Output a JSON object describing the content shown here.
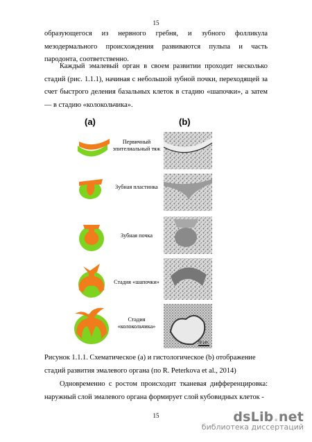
{
  "page_number_top": "15",
  "paragraphs": [
    "образующегося из нервного гребня, и зубного фолликула мезодермального происхождения развиваются пульпа и часть пародонта, соответственно.",
    "Каждый эмалевый орган в своем развитии проходит несколько стадий (рис. 1.1.1), начиная с небольшой зубной почки, переходящей за счет быстрого деления базальных клеток в стадию «шапочки», а затем — в стадию «колокольчика».",
    "Одновременно с ростом происходит тканевая дифференцировка: наружный слой эмалевого органа формирует слой кубовидных клеток -"
  ],
  "figure": {
    "panel_a": "(a)",
    "panel_b": "(b)",
    "stages": [
      "Первичный эпителиальный тяж",
      "Зубная пластинка",
      "Зубная почка",
      "Стадия «шапочки»",
      "Стадия «колокольчика»"
    ],
    "scale_label": "50 µm",
    "colors": {
      "epithelium": "#f07c1c",
      "mesenchyme": "#7ed321"
    }
  },
  "caption": "Рисунок 1.1.1. Схематическое (a) и гистологическое (b) отображение стадий развития эмалевого органа (по R. Peterkova et al., 2014)",
  "page_number_bottom": "15",
  "watermark": {
    "logo_main": "dsLib",
    "logo_dot": ".",
    "logo_tld": "net",
    "subtitle": "библиотека диссертаций"
  }
}
